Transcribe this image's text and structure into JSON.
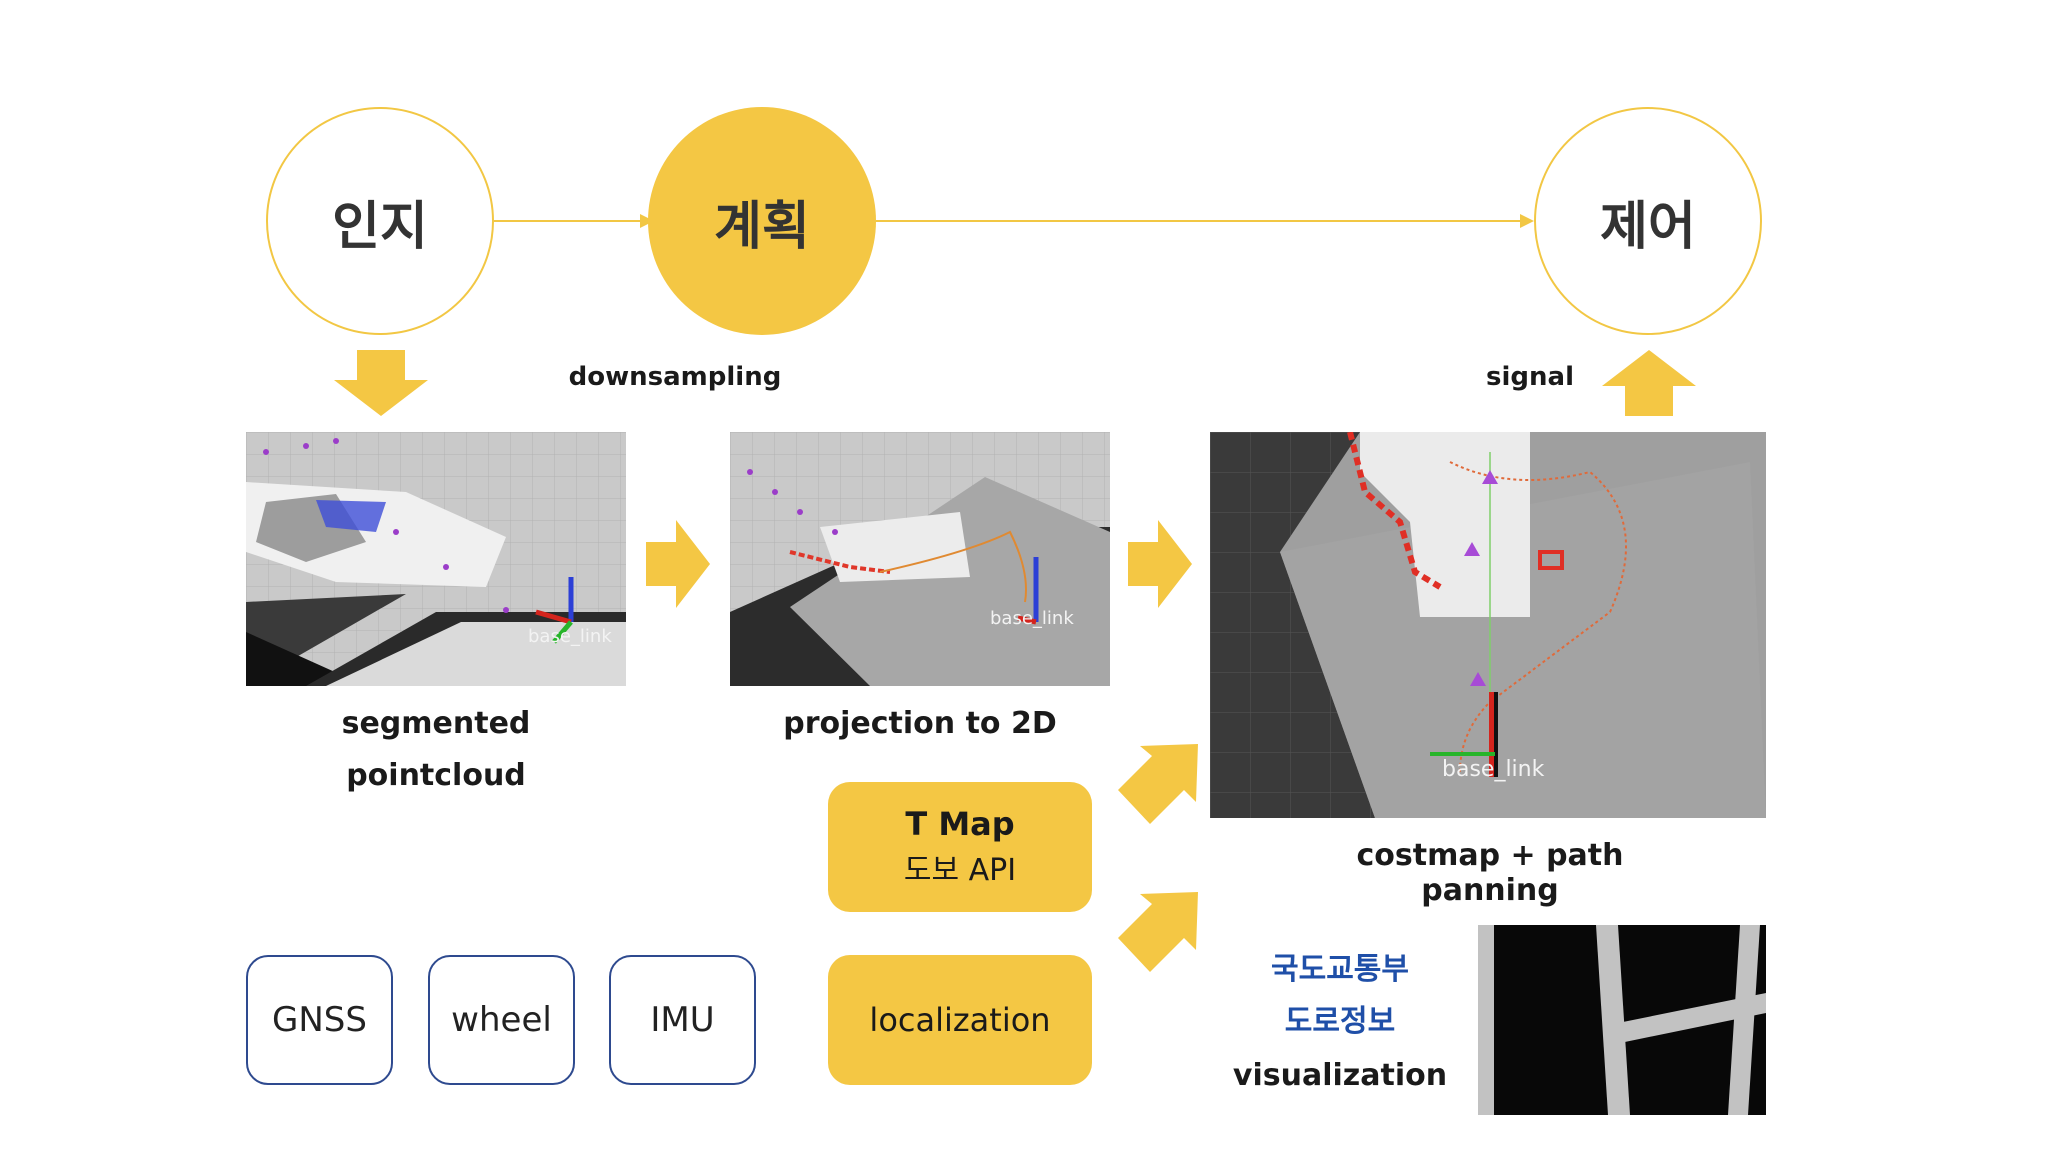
{
  "stages": {
    "perception": "인지",
    "planning": "계획",
    "control": "제어"
  },
  "labels": {
    "downsampling": "downsampling",
    "signal": "signal",
    "segmented_line1": "segmented",
    "segmented_line2": "pointcloud",
    "projection": "projection to 2D",
    "costmap": "costmap + path panning",
    "base_link": "base_link"
  },
  "tmap": {
    "title": "T Map",
    "subtitle": "도보 API"
  },
  "localization": "localization",
  "sensors": [
    "GNSS",
    "wheel",
    "IMU"
  ],
  "road_info": {
    "line1": "국도교통부",
    "line2": "도로정보",
    "line3": "visualization"
  },
  "colors": {
    "accent": "#f4c744",
    "sensor_border": "#2e4a8f",
    "road_info_text": "#1f4fa8"
  }
}
